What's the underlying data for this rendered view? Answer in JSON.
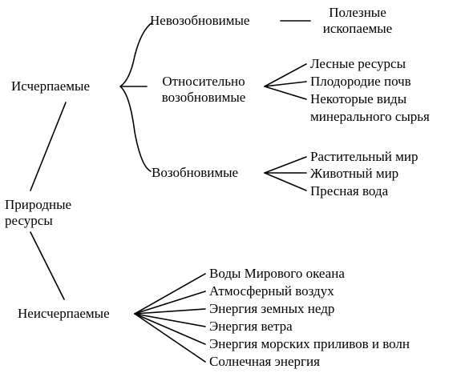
{
  "root": {
    "line1": "Природные",
    "line2": "ресурсы"
  },
  "exhaustible": {
    "label": "Исчерпаемые",
    "nonrenewable": {
      "label": "Невозобновимые",
      "child": {
        "line1": "Полезные",
        "line2": "ископаемые"
      }
    },
    "relatively": {
      "line1": "Относительно",
      "line2": "возобновимые",
      "children": [
        "Лесные ресурсы",
        "Плодородие почв",
        "Некоторые виды",
        "минерального сырья"
      ]
    },
    "renewable": {
      "label": "Возобновимые",
      "children": [
        "Растительный мир",
        "Животный мир",
        "Пресная вода"
      ]
    }
  },
  "inexhaustible": {
    "label": "Неисчерпаемые",
    "children": [
      "Воды Мирового океана",
      "Атмосферный воздух",
      "Энергия земных недр",
      "Энергия ветра",
      "Энергия морских приливов и волн",
      "Солнечная энергия"
    ]
  }
}
